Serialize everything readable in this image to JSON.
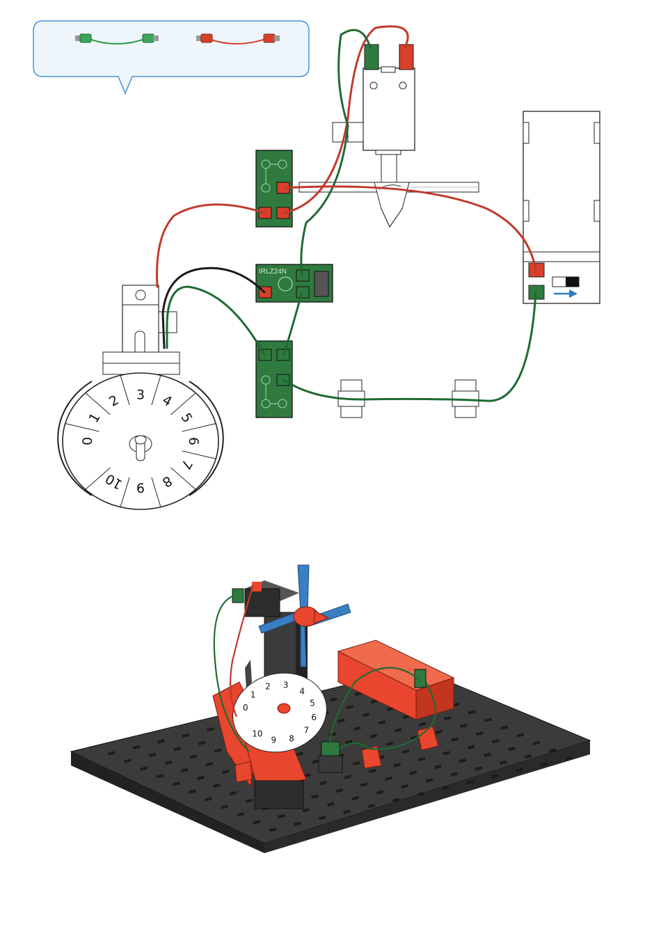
{
  "dial": {
    "labels": [
      "0",
      "1",
      "2",
      "3",
      "4",
      "5",
      "6",
      "7",
      "8",
      "9",
      "10"
    ]
  },
  "transistor": {
    "label": "IRLZ24N"
  },
  "colors": {
    "wire_red": "#c0392b",
    "wire_green": "#1e6a34",
    "wire_black": "#1a1a1a",
    "block_green": "#2f7a3f",
    "connector_red": "#d8402b",
    "model_red": "#e8462e",
    "model_gray": "#3b3b3b",
    "propeller_blue": "#3a7fc4",
    "callout_border": "#4a90d9",
    "callout_fill": "#eef6fb",
    "arrow_blue": "#2b7fc4"
  },
  "icons": {
    "callout_items": [
      "green-cable-icon",
      "red-cable-icon"
    ],
    "battery_arrow": "right-arrow-icon"
  }
}
